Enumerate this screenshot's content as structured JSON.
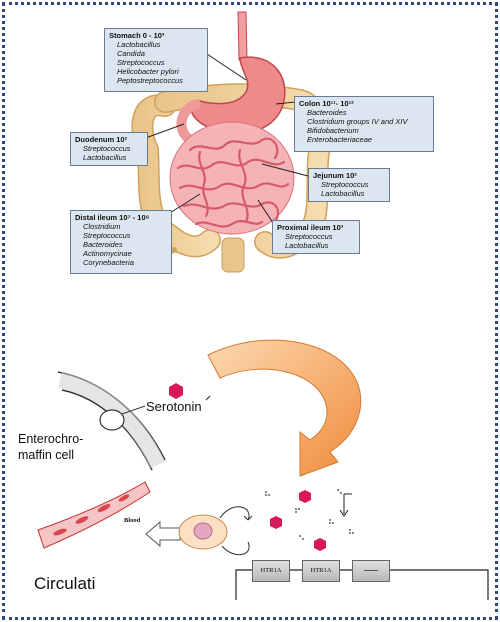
{
  "gut": {
    "stomach": {
      "title": "Stomach 0 - 10³",
      "species": [
        "Lactobacillus",
        "Candida",
        "Streptococcus",
        "Helicobacter pylori",
        "Peptostreptococcus"
      ]
    },
    "duodenum": {
      "title": "Duodenum 10²",
      "species": [
        "Streptococcus",
        "Lactobacillus"
      ]
    },
    "distal_ileum": {
      "title": "Distal ileum 10⁷ - 10⁸",
      "species": [
        "Clostridium",
        "Streptococcus",
        "Bacteroides",
        "Actinomycinae",
        "Corynebacteria"
      ]
    },
    "colon": {
      "title": "Colon 10¹¹- 10¹²",
      "species": [
        "Bacteroides",
        "Clostridium groups IV and XIV",
        "Bifidobacterium",
        "Enterobacteriaceae"
      ]
    },
    "jejunum": {
      "title": "Jejunum 10²",
      "species": [
        "Streptococcus",
        "Lactobacillus"
      ]
    },
    "proximal_ileum": {
      "title": "Proximal ileum 10³",
      "species": [
        "Streptococcus",
        "Lactobacillus"
      ]
    }
  },
  "lower": {
    "serotonin": "Serotonin",
    "enterochromaffin_1": "Enterochro-",
    "enterochromaffin_2": "maffin cell",
    "blood": "Blood",
    "circulation": "Circulati",
    "genes": [
      "HTR1A",
      "HTR1A",
      ""
    ]
  },
  "colors": {
    "border": "#2c4a7e",
    "label_bg": "#dce6f0",
    "serotonin": "#d8185a",
    "arrow": "#f3a35c"
  }
}
